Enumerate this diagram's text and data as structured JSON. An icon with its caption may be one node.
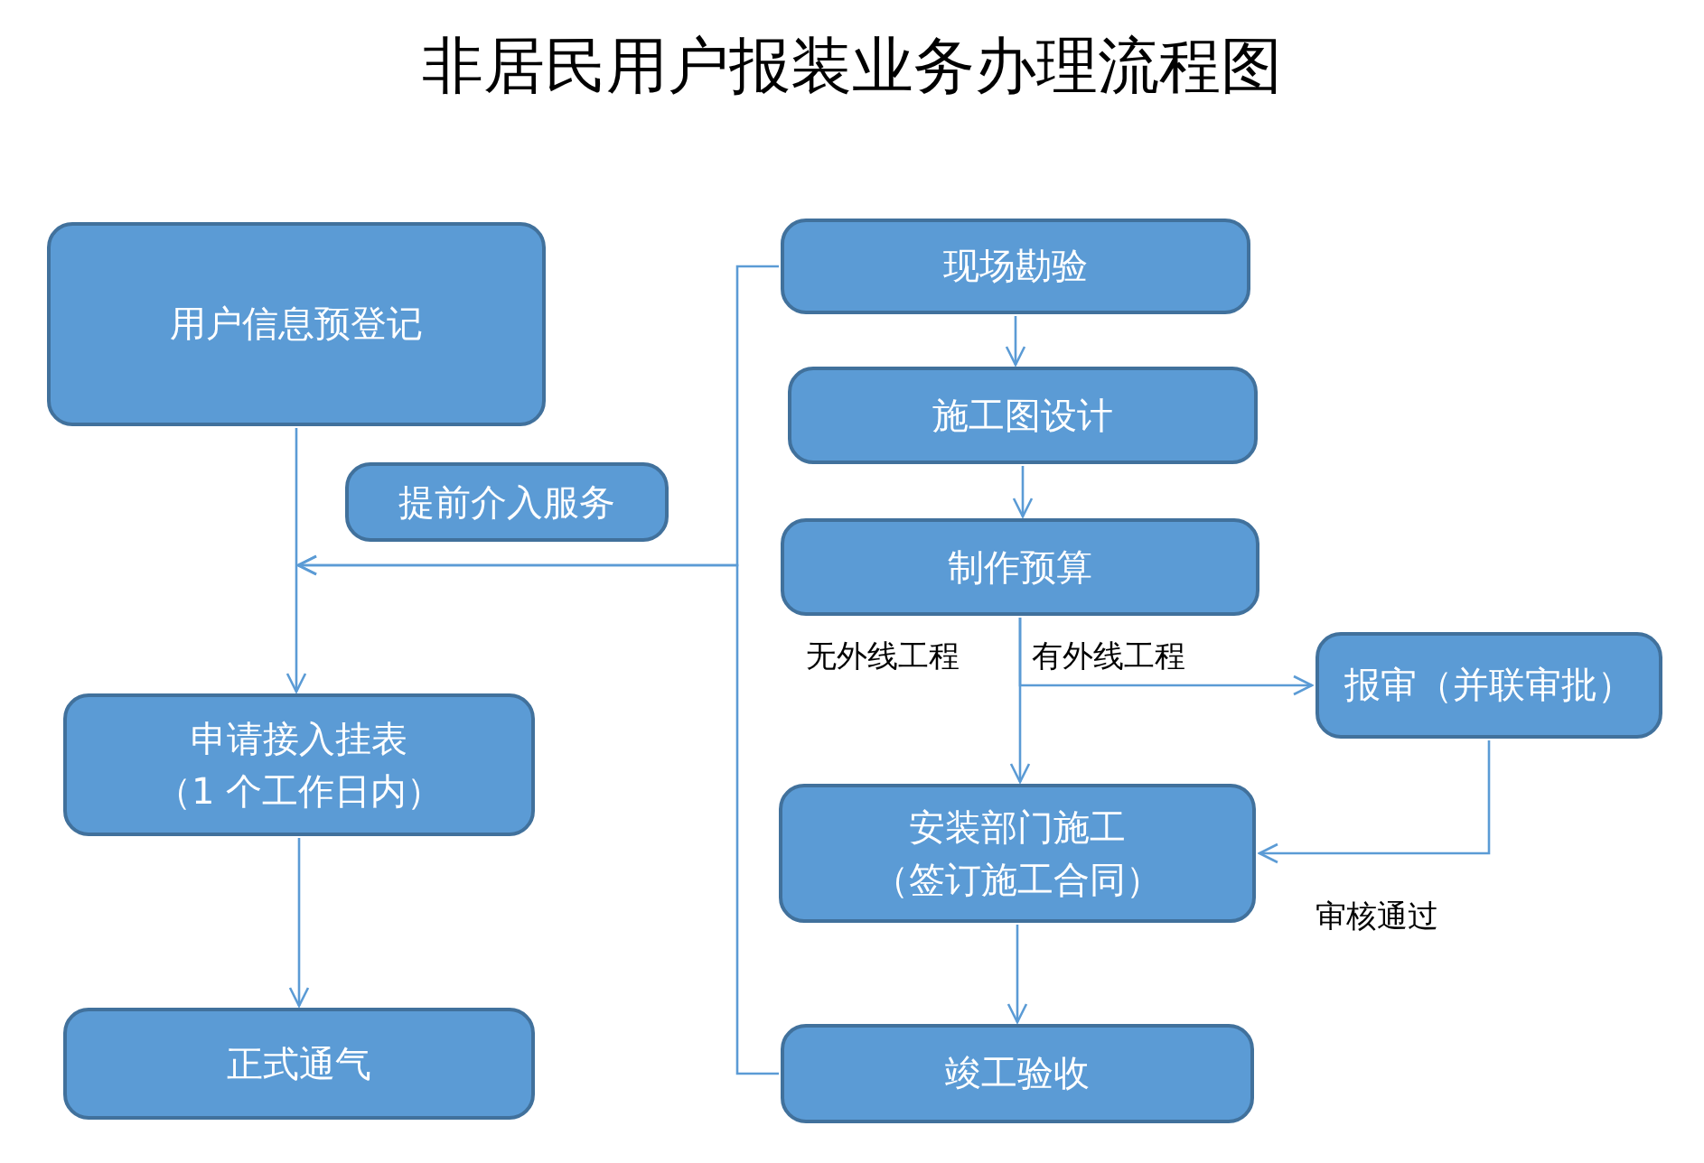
{
  "diagram": {
    "title": "非居民用户报装业务办理流程图",
    "nodes": [
      {
        "text": [
          "用户信息预登记"
        ]
      },
      {
        "text": [
          "提前介入服务"
        ]
      },
      {
        "text": [
          "申请接入挂表（1 个工作日内）"
        ]
      },
      {
        "text": [
          "正式通气"
        ]
      },
      {
        "text": [
          "现场勘验"
        ]
      },
      {
        "text": [
          "施工图设计"
        ]
      },
      {
        "text": [
          "制作预算"
        ]
      },
      {
        "text": [
          "报审（并联审批）"
        ]
      },
      {
        "text": [
          "安装部门施工（签订施工合同）"
        ]
      },
      {
        "text": [
          "竣工验收"
        ]
      }
    ],
    "edges": [
      {
        "from": 0,
        "to": 2,
        "arrow": "to"
      },
      {
        "from": 2,
        "to": 3,
        "arrow": "to"
      },
      {
        "from": 4,
        "to": 5,
        "arrow": "to"
      },
      {
        "from": 5,
        "to": 6,
        "arrow": "to"
      },
      {
        "from": 6,
        "to": 8,
        "arrow": "to",
        "label": "无外线工程"
      },
      {
        "from": 6,
        "to": 7,
        "arrow": "to",
        "label": "有外线工程"
      },
      {
        "from": 7,
        "to": 8,
        "arrow": "to",
        "label": "审核通过"
      },
      {
        "from": 8,
        "to": 9,
        "arrow": "to"
      },
      {
        "from": 4,
        "to": null,
        "arrow": "to"
      },
      {
        "from": 9,
        "to": null,
        "arrow": "to"
      }
    ]
  }
}
